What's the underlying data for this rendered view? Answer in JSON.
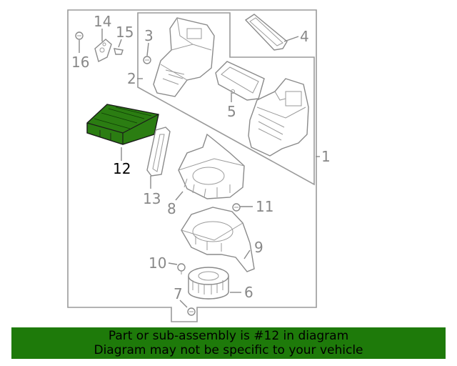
{
  "callouts": {
    "c1": "1",
    "c2": "2",
    "c3": "3",
    "c4": "4",
    "c5": "5",
    "c6": "6",
    "c7": "7",
    "c8": "8",
    "c9": "9",
    "c10": "10",
    "c11": "11",
    "c12": "12",
    "c13": "13",
    "c14": "14",
    "c15": "15",
    "c16": "16"
  },
  "highlight": {
    "part_number": "12",
    "color": "#1e7a0a"
  },
  "banner": {
    "line1": "Part or sub-assembly is #12 in diagram",
    "line2": "Diagram may not be specific to your vehicle",
    "background": "#1e7a0a"
  }
}
